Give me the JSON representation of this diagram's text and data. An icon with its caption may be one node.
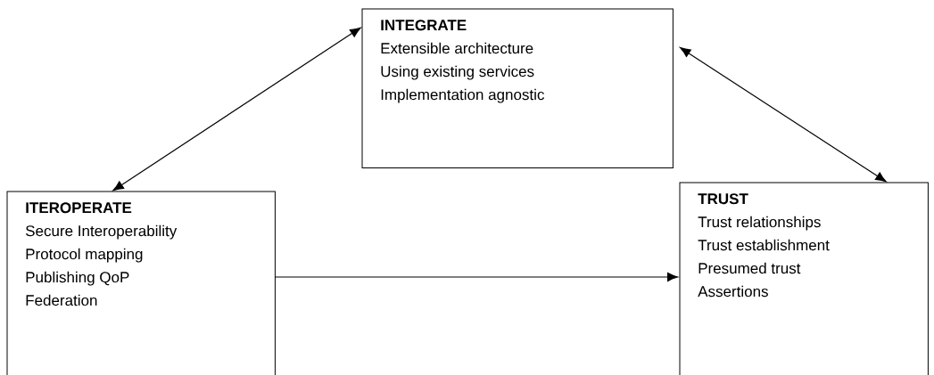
{
  "diagram": {
    "nodes": [
      {
        "text": [
          "INTEGRATE",
          "Extensible architecture",
          "Using existing services",
          "Implementation agnostic"
        ]
      },
      {
        "text": [
          "ITEROPERATE",
          "Secure Interoperability",
          "Protocol mapping",
          "Publishing QoP",
          "Federation"
        ]
      },
      {
        "text": [
          "TRUST",
          "Trust relationships",
          "Trust establishment",
          "Presumed trust",
          "Assertions"
        ]
      }
    ],
    "edges": [
      {
        "from": 1,
        "to": 0,
        "arrow": "both"
      },
      {
        "from": 0,
        "to": 2,
        "arrow": "both"
      },
      {
        "from": 1,
        "to": 2,
        "arrow": "to"
      }
    ]
  }
}
